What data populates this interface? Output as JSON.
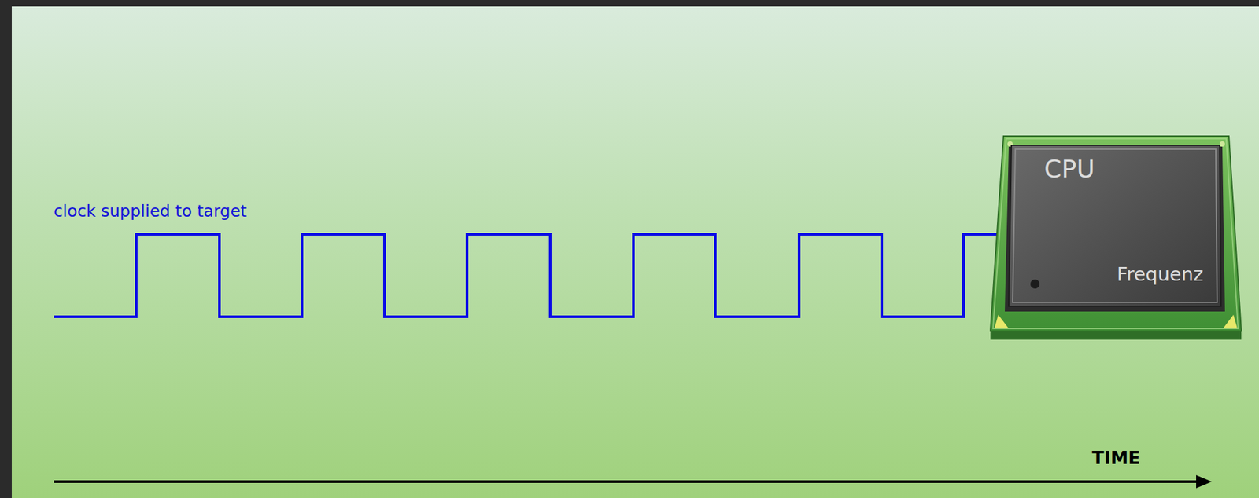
{
  "diagram": {
    "nodes": [
      {
        "text": [
          "CPU",
          "Frequenz"
        ]
      }
    ],
    "labels": [
      "clock supplied to target",
      "TIME"
    ]
  }
}
